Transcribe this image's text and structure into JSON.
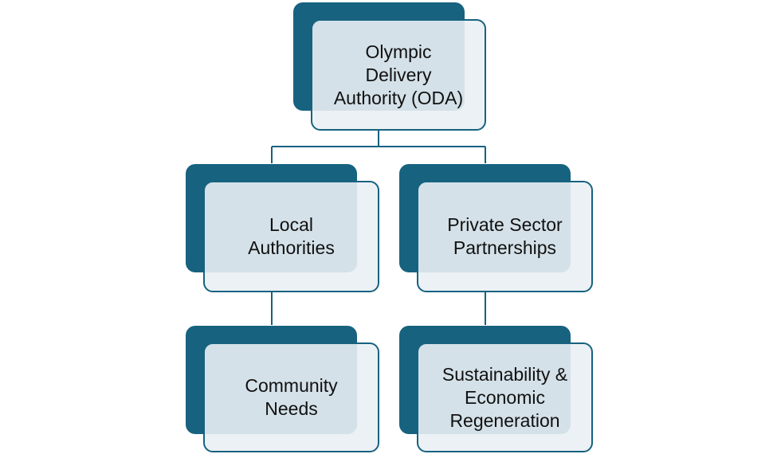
{
  "colors": {
    "accent": "#17627f",
    "box_fill": "#e9f0f4",
    "text": "#111111"
  },
  "nodes": {
    "oda": {
      "line1": "Olympic",
      "line2": "Delivery",
      "line3": "Authority (ODA)"
    },
    "local": {
      "line1": "Local",
      "line2": "Authorities"
    },
    "private": {
      "line1": "Private Sector",
      "line2": "Partnerships"
    },
    "community": {
      "line1": "Community",
      "line2": "Needs"
    },
    "sustain": {
      "line1": "Sustainability &",
      "line2": "Economic",
      "line3": "Regeneration"
    }
  }
}
